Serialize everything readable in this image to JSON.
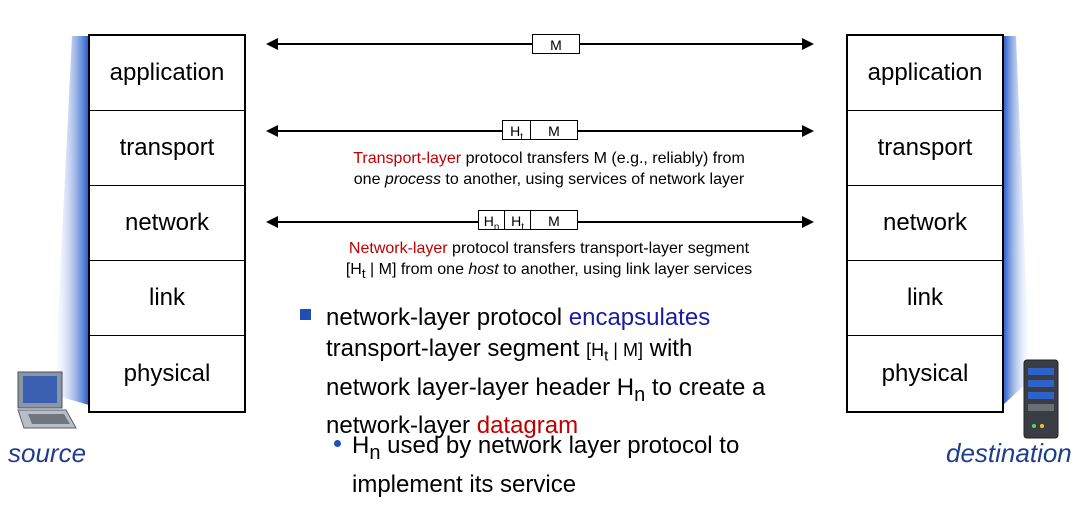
{
  "layers": [
    "application",
    "transport",
    "network",
    "link",
    "physical"
  ],
  "packets": {
    "app": "M",
    "transport": {
      "h_base": "H",
      "h_sub": "t",
      "m": "M"
    },
    "network": {
      "hn_base": "H",
      "hn_sub": "n",
      "ht_base": "H",
      "ht_sub": "t",
      "m": "M"
    }
  },
  "transport_desc": {
    "red": "Transport-layer",
    "rest1": " protocol transfers M (e.g., reliably) from",
    "line2a": "one ",
    "italic": "process",
    "line2b": " to another, using services of network layer"
  },
  "network_desc": {
    "red": "Network-layer",
    "rest1": " protocol transfers transport-layer segment",
    "line2a": "[H",
    "line2sub": "t",
    "line2b": " | M] from one ",
    "italic": "host",
    "line2c": " to another, using link layer services"
  },
  "bullet_main": {
    "part1": "network-layer protocol ",
    "blue": "encapsulates",
    "part2": "transport-layer segment ",
    "seg_a": "[H",
    "seg_sub": "t",
    "seg_b": " | M]",
    "part3": " with",
    "part4": "network layer-layer header H",
    "hn_sub": "n",
    "part5": " to create a",
    "part6": "network-layer ",
    "red": "datagram"
  },
  "bullet_sub": {
    "a": "H",
    "sub": "n",
    "b": " used by network layer protocol to",
    "c": "implement its service"
  },
  "source_label": "source",
  "destination_label": "destination",
  "colors": {
    "red": "#c00000",
    "blue": "#1a1aa6",
    "label": "#1f3d8c",
    "bullet": "#1f4fb5"
  }
}
